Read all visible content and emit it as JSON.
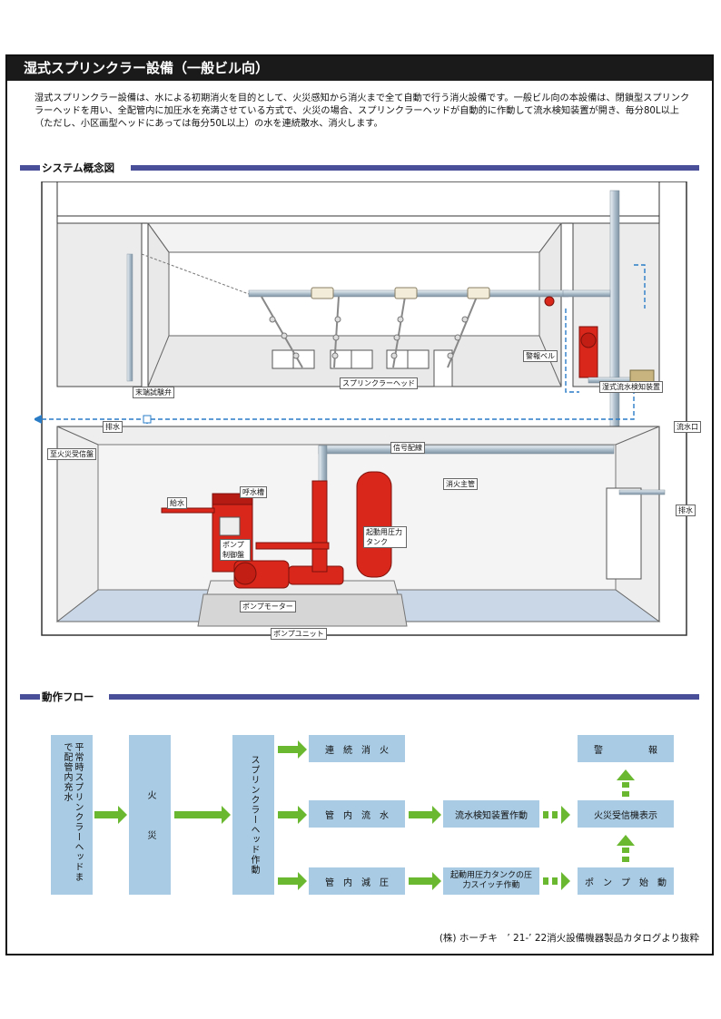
{
  "header": {
    "title": "湿式スプリンクラー設備（一般ビル向）"
  },
  "intro": "湿式スプリンクラー設備は、水による初期消火を目的として、火災感知から消火まで全て自動で行う消火設備です。一般ビル向の本設備は、閉鎖型スプリンクラーヘッドを用い、全配管内に加圧水を充満させている方式で、火災の場合、スプリンクラーヘッドが自動的に作動して流水検知装置が開き、毎分80L以上（ただし、小区画型ヘッドにあっては毎分50L以上）の水を連続散水、消火します。",
  "system_section": {
    "title": "システム概念図"
  },
  "diagram_labels": {
    "sprinkler_head": "スプリンクラーヘッド",
    "end_test_valve": "末端試験弁",
    "drain_left": "排水",
    "alarm_bell": "警報ベル",
    "flow_detector": "湿式流水検知装置",
    "drain_outlet": "流水口",
    "to_receiver": "至火災受信盤",
    "signal_wiring": "信号配線",
    "main_pipe": "消火主管",
    "drain_right": "排水",
    "water_supply": "給水",
    "priming_tank": "呼水槽",
    "pump_panel": "ポンプ制御盤",
    "pressure_tank": "起動用圧力タンク",
    "pump_motor": "ポンプモーター",
    "pump_unit": "ポンプユニット"
  },
  "flow_section": {
    "title": "動作フロー"
  },
  "flow": {
    "normal": "平常時スプリンクラーヘッドまで配管内充水",
    "fire": "火　　　災",
    "head_operates": "スプリンクラーヘッド作動",
    "continuous": "連　続　消　火",
    "pipe_flow": "管　内　流　水",
    "pipe_pressure": "管　内　減　圧",
    "detector_operates": "流水検知装置作動",
    "pressure_switch": "起動用圧力タンクの圧力スイッチ作動",
    "alarm": "警　　　　　報",
    "receiver_display": "火災受信機表示",
    "pump_start": "ポ　ン　プ　始　動"
  },
  "credit": "(株) ホーチキ　’ 21-’ 22消火設備機器製品カタログより抜粋",
  "colors": {
    "accent": "#4a4f9a",
    "flow_box": "#a9cbe3",
    "arrow": "#6ab82f",
    "pipe": "#c9d6e0",
    "equipment": "#d9271b",
    "floor": "#c9d7e6"
  }
}
